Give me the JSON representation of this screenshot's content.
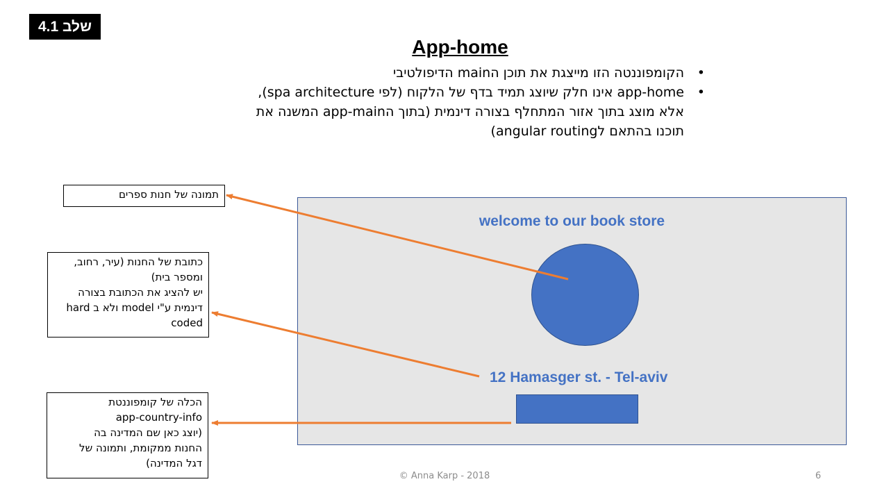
{
  "step_badge": "שלב 4.1",
  "title": "App-home",
  "bullets": [
    {
      "lines": [
        "הקומפוננטה הזו מייצגת את תוכן הmain הדיפולטיבי"
      ]
    },
    {
      "lines": [
        "app-home אינו חלק שיוצג תמיד בדף של הלקוח (לפי spa architecture),",
        "אלא מוצג בתוך אזור המתחלף בצורה דינמית (בתוך הapp-main המשנה את",
        "תוכנו בהתאם לangular routing)"
      ]
    }
  ],
  "bullet_glyph": "•",
  "mockup": {
    "welcome_text": "welcome to our book store",
    "address_text": "12 Hamasger st. - Tel-aviv"
  },
  "callouts": {
    "store_image": {
      "lines": [
        "תמונה של חנות ספרים"
      ]
    },
    "store_address": {
      "lines": [
        "כתובת של החנות (עיר, רחוב,",
        "ומספר בית)",
        "יש להציג את הכתובת בצורה",
        "דינמית ע\"י model ולא ב hard",
        "coded"
      ]
    },
    "country_info": {
      "lines": [
        "הכלה של קומפוננטת",
        "app-country-info",
        "(יוצג כאן שם המדינה בה",
        "החנות ממקומת, ותמונה של",
        "דגל המדינה)"
      ]
    }
  },
  "footer": {
    "credit": "© Anna Karp - 2018",
    "page_number": "6"
  },
  "colors": {
    "accent_blue": "#4472c4",
    "arrow_orange": "#ed7d31",
    "mockup_bg": "#e6e6e6",
    "badge_bg": "#000000"
  }
}
